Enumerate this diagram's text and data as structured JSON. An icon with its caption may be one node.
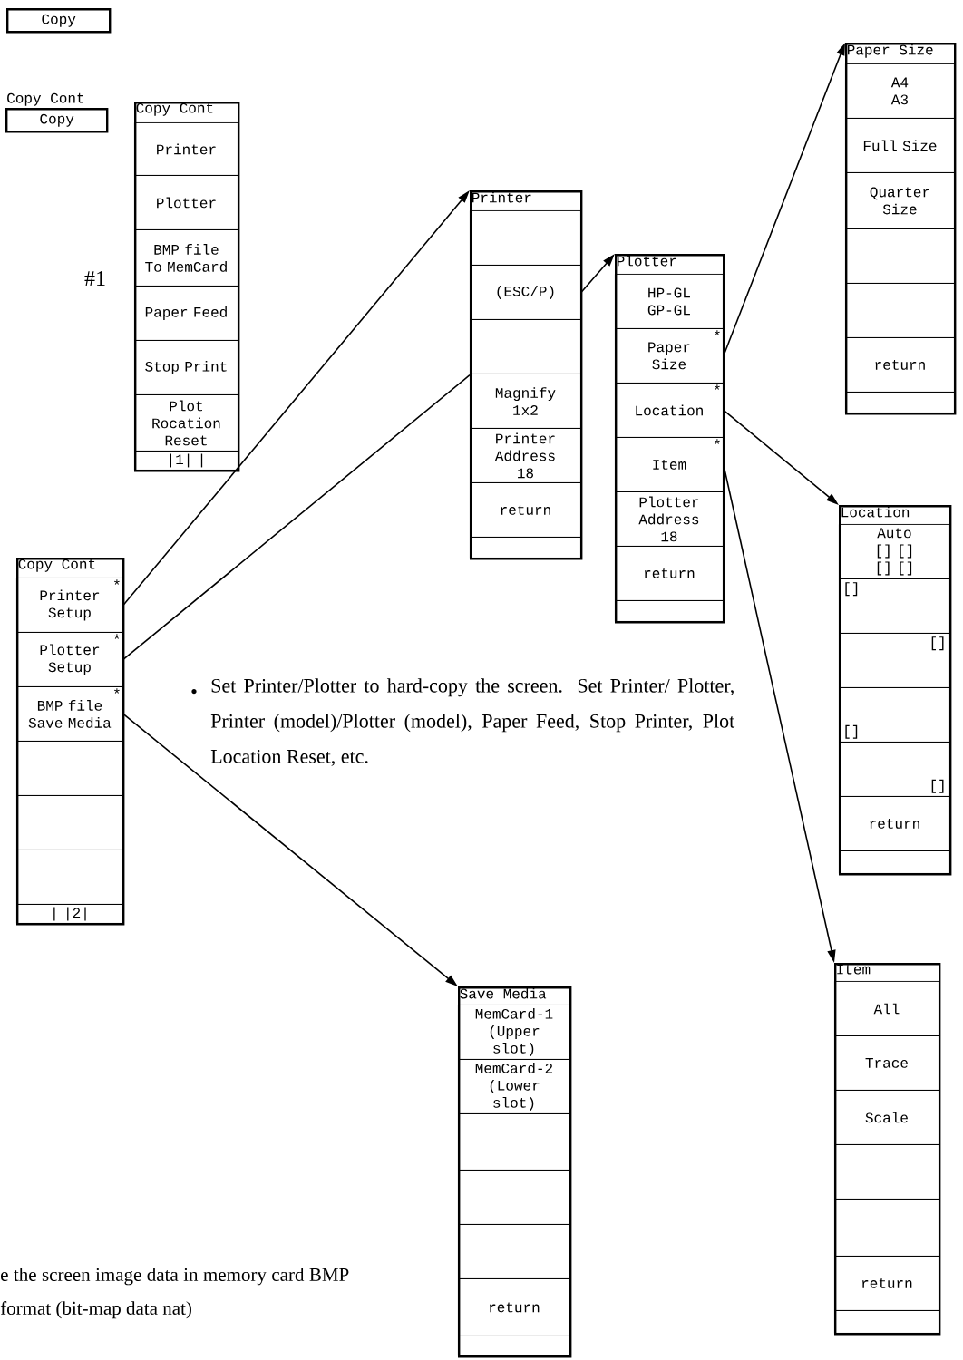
{
  "diagram": {
    "nodes": [
      {
        "text": [
          "Copy"
        ]
      },
      {
        "text": [
          "Copy Cont",
          "Copy"
        ]
      },
      {
        "text": [
          "Copy Cont"
        ]
      },
      {
        "text": [
          "Printer"
        ],
        "in": 2
      },
      {
        "text": [
          "Plotter"
        ],
        "in": 2
      },
      {
        "text": [
          "BMP file To MemCard"
        ],
        "in": 2
      },
      {
        "text": [
          "Paper Feed"
        ],
        "in": 2
      },
      {
        "text": [
          "Stop Print"
        ],
        "in": 2
      },
      {
        "text": [
          "Plot Rocation Reset"
        ],
        "in": 2
      },
      {
        "text": [
          "|1| |"
        ],
        "in": 2
      },
      {
        "text": [
          "Copy Cont"
        ]
      },
      {
        "text": [
          "*",
          "Printer Setup"
        ],
        "in": 10
      },
      {
        "text": [
          "*",
          "Plotter Setup"
        ],
        "in": 10
      },
      {
        "text": [
          "*",
          "BMP file Save Media"
        ],
        "in": 10
      },
      {
        "text": [],
        "shape": "box",
        "in": 10
      },
      {
        "text": [],
        "shape": "box",
        "in": 10
      },
      {
        "text": [],
        "shape": "box",
        "in": 10
      },
      {
        "text": [
          "| |2|"
        ],
        "in": 10
      },
      {
        "text": [
          "Printer"
        ]
      },
      {
        "text": [],
        "shape": "box",
        "in": 18
      },
      {
        "text": [
          "(ESC/P)"
        ],
        "in": 18
      },
      {
        "text": [],
        "shape": "box",
        "in": 18
      },
      {
        "text": [
          "Magnify 1x2"
        ],
        "in": 18
      },
      {
        "text": [
          "Printer Address 18"
        ],
        "in": 18
      },
      {
        "text": [
          "return"
        ],
        "in": 18
      },
      {
        "text": [],
        "shape": "box",
        "in": 18
      },
      {
        "text": [
          "Plotter"
        ]
      },
      {
        "text": [
          "HP-GL GP-GL"
        ],
        "in": 26
      },
      {
        "text": [
          "*",
          "Paper Size"
        ],
        "in": 26
      },
      {
        "text": [
          "*",
          "Location"
        ],
        "in": 26
      },
      {
        "text": [
          "*",
          "Item"
        ],
        "in": 26
      },
      {
        "text": [
          "Plotter Address 18"
        ],
        "in": 26
      },
      {
        "text": [
          "return"
        ],
        "in": 26
      },
      {
        "text": [],
        "shape": "box",
        "in": 26
      },
      {
        "text": [
          "Paper Size"
        ]
      },
      {
        "text": [
          "A4 A3"
        ],
        "in": 34
      },
      {
        "text": [
          "Full Size"
        ],
        "in": 34
      },
      {
        "text": [
          "Quarter Size"
        ],
        "in": 34
      },
      {
        "text": [],
        "shape": "box",
        "in": 34
      },
      {
        "text": [],
        "shape": "box",
        "in": 34
      },
      {
        "text": [
          "return"
        ],
        "in": 34
      },
      {
        "text": [],
        "shape": "box",
        "in": 34
      },
      {
        "text": [
          "Location"
        ]
      },
      {
        "text": [
          "Auto [] [] [] []"
        ],
        "in": 42
      },
      {
        "text": [
          "[]"
        ],
        "in": 42
      },
      {
        "text": [
          "[]"
        ],
        "in": 42
      },
      {
        "text": [
          "[]"
        ],
        "in": 42
      },
      {
        "text": [
          "[]"
        ],
        "in": 42
      },
      {
        "text": [
          "return"
        ],
        "in": 42
      },
      {
        "text": [],
        "shape": "box",
        "in": 42
      },
      {
        "text": [
          "Item"
        ]
      },
      {
        "text": [
          "All"
        ],
        "in": 50
      },
      {
        "text": [
          "Trace"
        ],
        "in": 50
      },
      {
        "text": [
          "Scale"
        ],
        "in": 50
      },
      {
        "text": [],
        "shape": "box",
        "in": 50
      },
      {
        "text": [],
        "shape": "box",
        "in": 50
      },
      {
        "text": [
          "return"
        ],
        "in": 50
      },
      {
        "text": [],
        "shape": "box",
        "in": 50
      },
      {
        "text": [
          "Save Media"
        ]
      },
      {
        "text": [
          "MemCard-1 (Upper slot)"
        ],
        "in": 58
      },
      {
        "text": [
          "MemCard-2 (Lower slot)"
        ],
        "in": 58
      },
      {
        "text": [],
        "shape": "box",
        "in": 58
      },
      {
        "text": [],
        "shape": "box",
        "in": 58
      },
      {
        "text": [],
        "shape": "box",
        "in": 58
      },
      {
        "text": [
          "return"
        ],
        "in": 58
      },
      {
        "text": [],
        "shape": "box",
        "in": 58
      }
    ],
    "edges": [
      {
        "from": 11,
        "to": 18,
        "arrow": "to"
      },
      {
        "from": 12,
        "to": 18,
        "arrow": "none"
      },
      {
        "from": 20,
        "to": 26,
        "arrow": "to"
      },
      {
        "from": 13,
        "to": 58,
        "arrow": "to"
      },
      {
        "from": 28,
        "to": 34,
        "arrow": "to"
      },
      {
        "from": 29,
        "to": 42,
        "arrow": "to"
      },
      {
        "from": 30,
        "to": 50,
        "arrow": "to"
      }
    ],
    "labels": [
      "#1",
      "•",
      "Set Printer/Plotter to hard-copy the screen. Set Printer/ Plotter, Printer (model)/Plotter (model), Paper Feed, Stop Printer, Plot Location Reset, etc.",
      "e the screen image data in memory card BMP format (bit-map data nat)"
    ]
  }
}
